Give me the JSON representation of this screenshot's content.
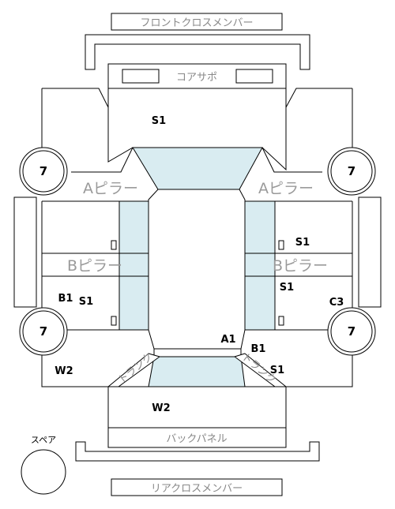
{
  "parts": {
    "front_cross_member": "フロントクロスメンバー",
    "core_support": "コアサポ",
    "a_pillar_left": "Aピラー",
    "a_pillar_right": "Aピラー",
    "b_pillar_left": "Bピラー",
    "b_pillar_right": "Bピラー",
    "trunk_left": "トランク",
    "trunk_right": "トランク",
    "back_panel": "バックパネル",
    "rear_cross_member": "リアクロスメンバー",
    "spare": "スペア"
  },
  "codes": {
    "s1_hood": "S1",
    "s1_right_front": "S1",
    "s1_right_rear": "S1",
    "s1_left_rear": "S1",
    "b1_left": "B1",
    "c3_right": "C3",
    "a1": "A1",
    "b1_right": "B1",
    "s1_right_quarter": "S1",
    "w2_left": "W2",
    "w2_trunk": "W2"
  },
  "wheels": {
    "front_left": "7",
    "front_right": "7",
    "rear_left": "7",
    "rear_right": "7"
  }
}
